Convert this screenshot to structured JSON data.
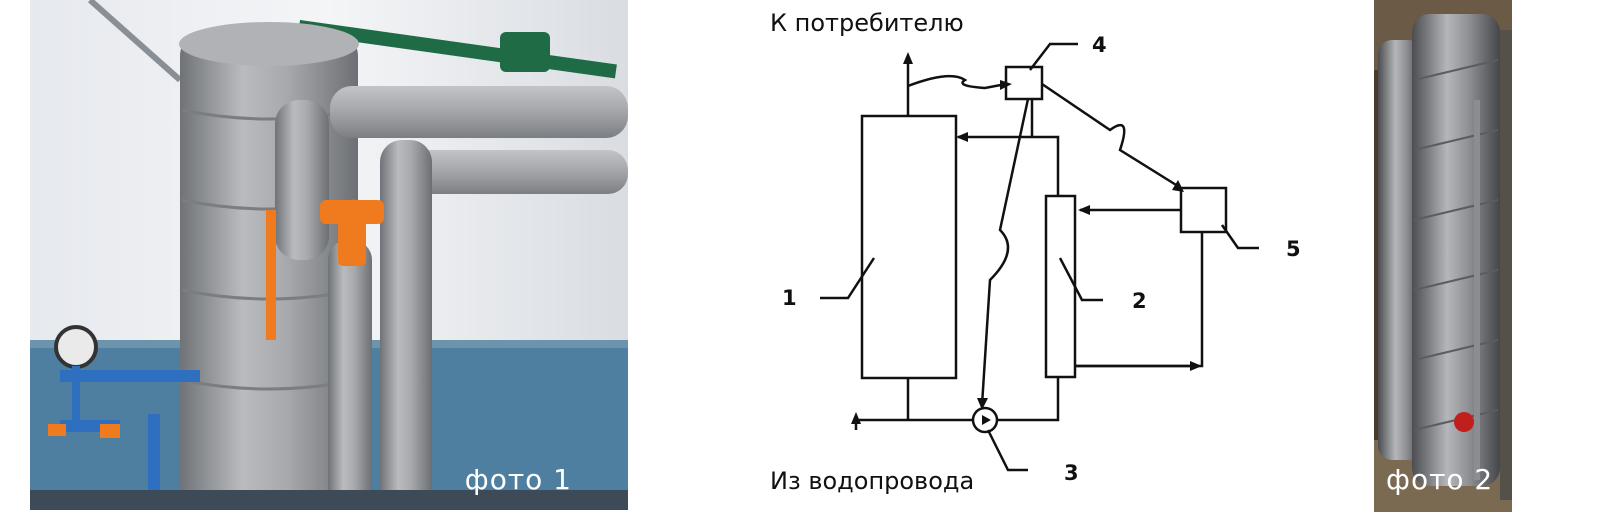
{
  "photos": {
    "left_caption": "фото 1",
    "right_caption": "фото 2"
  },
  "diagram": {
    "label_to_consumer": "К потребителю",
    "label_from_water_supply": "Из водопровода",
    "numbers": {
      "n1": "1",
      "n2": "2",
      "n3": "3",
      "n4": "4",
      "n5": "5"
    },
    "colors": {
      "line": "#111111",
      "pipe_insulation": "#9a9ca0",
      "valve": "#f07a1e",
      "wall_lower": "#4f7fa0",
      "pipe_green": "#1e6b45"
    }
  }
}
